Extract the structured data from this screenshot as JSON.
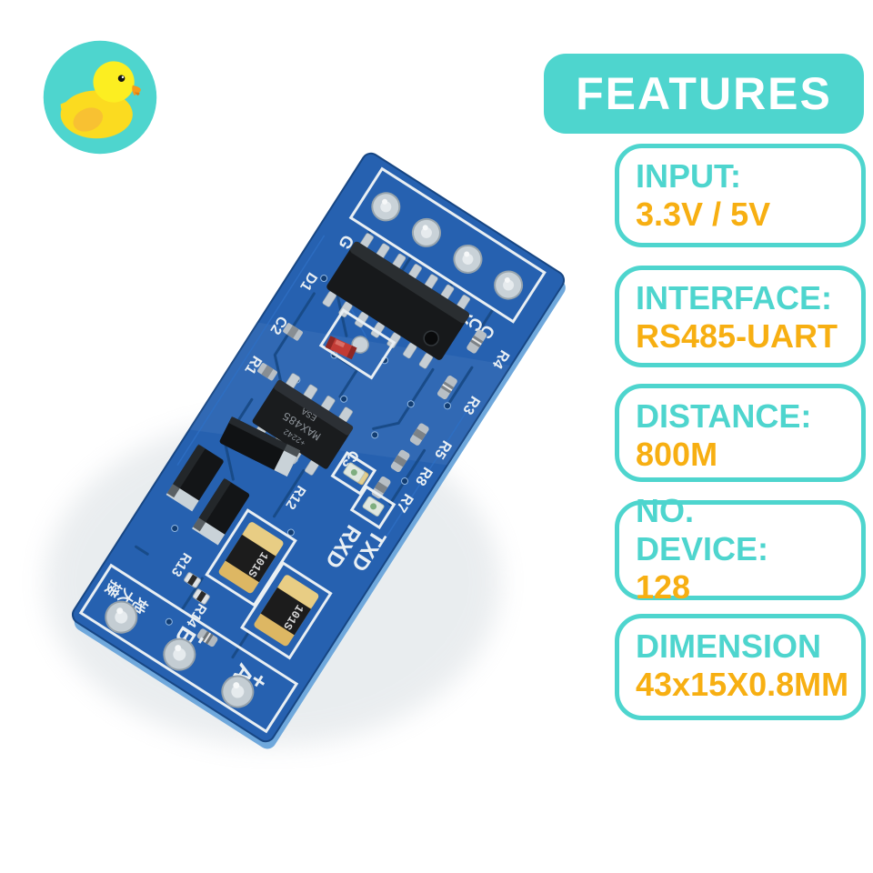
{
  "colors": {
    "teal": "#4ED5CE",
    "orange": "#F7AF12",
    "pcb_blue": "#2661B0",
    "pcb_side": "#6FA8DC",
    "trace_blue": "#184A86",
    "silkscreen": "#E9EFF3",
    "duck_head": "#FCEE21",
    "duck_body": "#FBDB20",
    "duck_wing": "#F8C132",
    "duck_beak": "#F59A1D"
  },
  "header": {
    "title": "FEATURES"
  },
  "features": [
    {
      "label": "INPUT:",
      "value": "3.3V / 5V"
    },
    {
      "label": "INTERFACE:",
      "value": "RS485-UART"
    },
    {
      "label": "DISTANCE:",
      "value": "800M"
    },
    {
      "label": "NO.\nDEVICE:",
      "value": "128"
    },
    {
      "label": "DIMENSION",
      "value": "43x15X0.8MM"
    }
  ],
  "pcb": {
    "top_pin_labels": "GND RXD TXD VCC",
    "bottom_pad_labels": {
      "ground": "接大地",
      "b_minus": "B-",
      "a_plus": "A+"
    },
    "component_labels": {
      "r4": "R4",
      "r3": "R3",
      "d1": "D1",
      "c2": "C2",
      "r1": "R1",
      "c3": "C3",
      "r5": "R5",
      "r8": "R8",
      "r7": "R7",
      "r12": "R12",
      "r13": "R13",
      "r14": "R14"
    },
    "led_labels": {
      "txd": "TXD",
      "rxd": "RXD"
    },
    "ic_marking": {
      "line1": "MAX485",
      "line2": "ESA",
      "line3": "+2242"
    },
    "cap_marking": "101S"
  }
}
